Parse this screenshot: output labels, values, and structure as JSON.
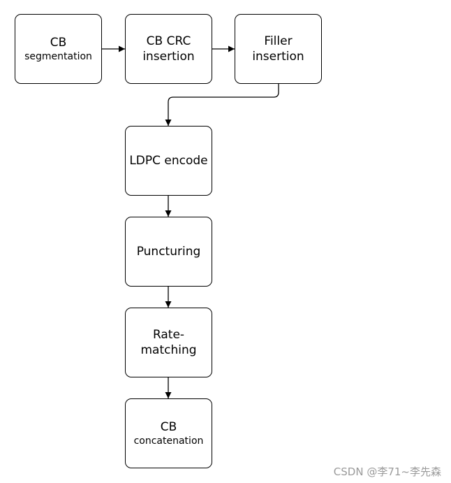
{
  "diagram": {
    "nodes": [
      {
        "id": "cb-segmentation",
        "line1": "CB",
        "line2": "segmentation"
      },
      {
        "id": "cb-crc-insertion",
        "line1": "CB CRC",
        "line2": "insertion"
      },
      {
        "id": "filler-insertion",
        "line1": "Filler",
        "line2": "insertion"
      },
      {
        "id": "ldpc-encode",
        "line1": "LDPC encode"
      },
      {
        "id": "puncturing",
        "line1": "Puncturing"
      },
      {
        "id": "rate-matching",
        "line1": "Rate-",
        "line2": "matching"
      },
      {
        "id": "cb-concatenation",
        "line1": "CB",
        "line2": "concatenation"
      }
    ],
    "edges": [
      [
        "cb-segmentation",
        "cb-crc-insertion"
      ],
      [
        "cb-crc-insertion",
        "filler-insertion"
      ],
      [
        "filler-insertion",
        "ldpc-encode"
      ],
      [
        "ldpc-encode",
        "puncturing"
      ],
      [
        "puncturing",
        "rate-matching"
      ],
      [
        "rate-matching",
        "cb-concatenation"
      ]
    ]
  },
  "watermark": "CSDN @李71~李先森"
}
